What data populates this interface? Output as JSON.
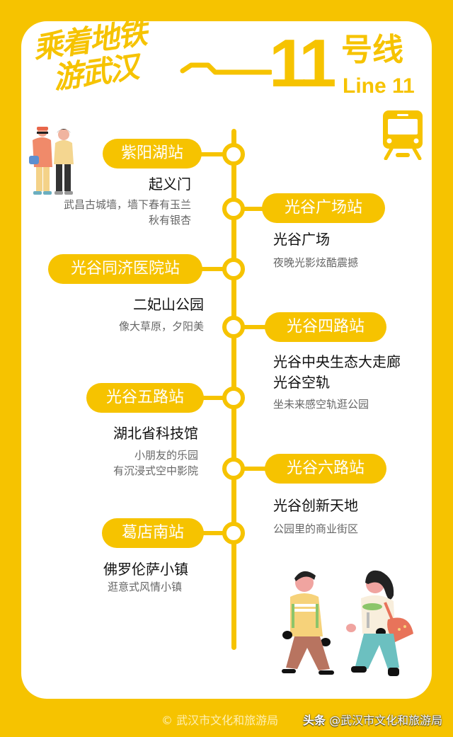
{
  "header": {
    "title_line1": "乘着地铁",
    "title_line2": "游武汉",
    "line_number": "11",
    "line_cn": "号线",
    "line_en": "Line 11",
    "icon": "metro-train-icon"
  },
  "colors": {
    "accent": "#F6C300",
    "background": "#F6C300",
    "card": "#FFFFFF",
    "spot_text": "#111111",
    "desc_text": "#666666"
  },
  "stations": [
    {
      "name": "紫阳湖站",
      "side": "left",
      "spot": "起义门",
      "desc": [
        "武昌古城墙，墙下春有玉兰",
        "秋有银杏"
      ]
    },
    {
      "name": "光谷广场站",
      "side": "right",
      "spot": "光谷广场",
      "desc": [
        "夜晚光影炫酷震撼"
      ]
    },
    {
      "name": "光谷同济医院站",
      "side": "left",
      "spot": "二妃山公园",
      "desc": [
        "像大草原，夕阳美"
      ]
    },
    {
      "name": "光谷四路站",
      "side": "right",
      "spot": "光谷中央生态大走廊",
      "spot2": "光谷空轨",
      "desc": [
        "坐未来感空轨逛公园"
      ]
    },
    {
      "name": "光谷五路站",
      "side": "left",
      "spot": "湖北省科技馆",
      "desc": [
        "小朋友的乐园",
        "有沉浸式空中影院"
      ]
    },
    {
      "name": "光谷六路站",
      "side": "right",
      "spot": "光谷创新天地",
      "desc": [
        "公园里的商业街区"
      ]
    },
    {
      "name": "葛店南站",
      "side": "left",
      "spot": "佛罗伦萨小镇",
      "desc": [
        "逛意式风情小镇"
      ]
    }
  ],
  "footer": {
    "copyright": "© 武汉市文化和旅游局",
    "platform": "头条",
    "account": "@武汉市文化和旅游局"
  }
}
